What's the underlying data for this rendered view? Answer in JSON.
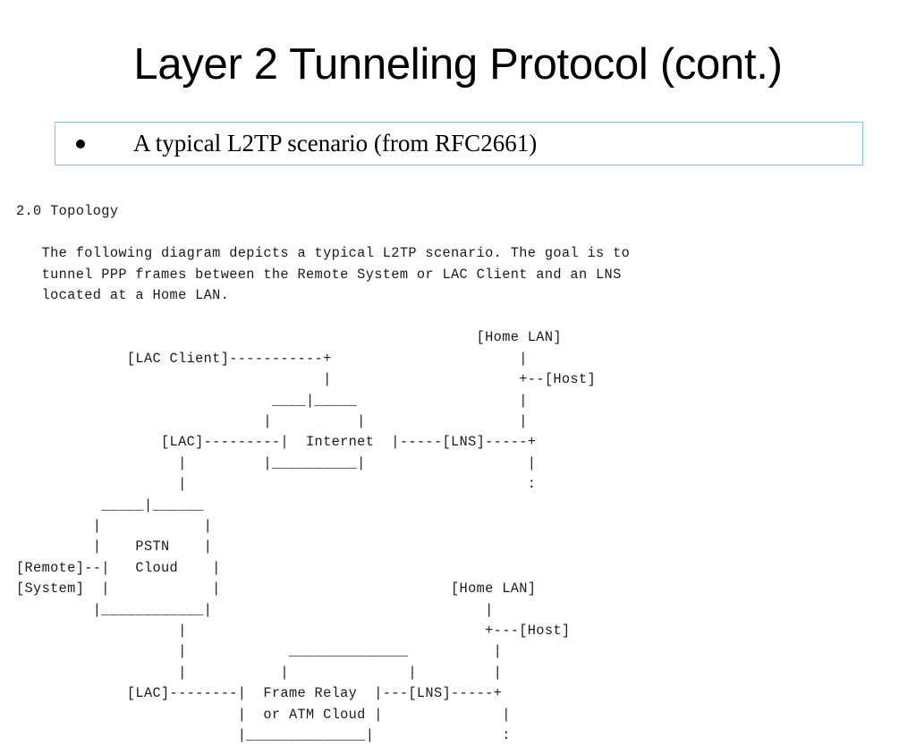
{
  "slide": {
    "title": "Layer 2 Tunneling Protocol (cont.)",
    "bullet": {
      "marker": "bullet-dot",
      "text": "A typical L2TP scenario (from RFC2661)"
    },
    "border_color": "#7ec5e0",
    "text_color": "#000000",
    "background_color": "#ffffff"
  },
  "rfc_excerpt": {
    "section_heading": "2.0 Topology",
    "paragraph": "   The following diagram depicts a typical L2TP scenario. The goal is to\n   tunnel PPP frames between the Remote System or LAC Client and an LNS\n   located at a Home LAN.",
    "diagram": "                                                      [Home LAN]\n             [LAC Client]-----------+                      |\n                                    |                      +--[Host]\n                              ____|_____                   |\n                             |          |                  |\n                 [LAC]---------|  Internet  |-----[LNS]-----+\n                   |         |__________|                   |\n                   |                                        :\n          _____|______\n         |            |\n         |    PSTN    |\n[Remote]--|   Cloud    |\n[System]  |            |                           [Home LAN]\n         |____________|                                |\n                   |                                   +---[Host]\n                   |            ______________          |\n                   |           |              |         |\n             [LAC]--------|  Frame Relay  |---[LNS]-----+\n                          |  or ATM Cloud |              |\n                          |______________|               :",
    "labels": {
      "lac_client": "[LAC Client]",
      "lac": "[LAC]",
      "lns": "[LNS]",
      "host": "[Host]",
      "home_lan": "[Home LAN]",
      "remote": "[Remote]",
      "system": "[System]",
      "internet_cloud": "Internet",
      "pstn_cloud": "PSTN Cloud",
      "frame_relay_cloud": "Frame Relay or ATM Cloud"
    }
  }
}
